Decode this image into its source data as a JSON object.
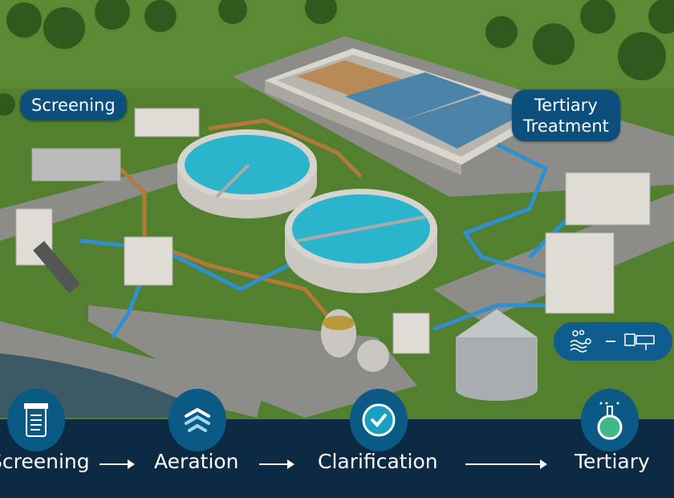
{
  "labels": {
    "screening": "Screening",
    "tertiary_treatment_line1": "Tertiary",
    "tertiary_treatment_line2": "Treatment"
  },
  "process_steps": [
    {
      "label": "Screening",
      "icon": "document-list-icon"
    },
    {
      "label": "Aeration",
      "icon": "waves-icon"
    },
    {
      "label": "Clarification",
      "icon": "check-circle-icon"
    },
    {
      "label": "Tertiary",
      "icon": "flask-icon"
    }
  ],
  "legend": {
    "icons": [
      "bubbles-water-icon",
      "pump-unit-icon"
    ]
  },
  "colors": {
    "band": "#0d2a45",
    "badge": "#0b5a86",
    "water": "#2bb5cc",
    "pipe": "#2f8fd0",
    "grass": "#4e7a2c"
  }
}
